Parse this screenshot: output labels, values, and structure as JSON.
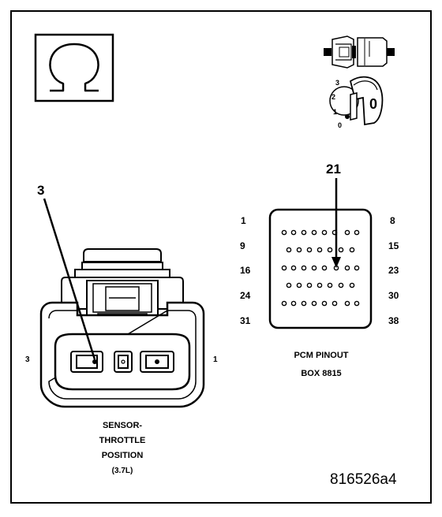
{
  "diagram": {
    "ohm_symbol": "Ω",
    "icons": [
      "connector-plug-icon",
      "ignition-key-icon"
    ],
    "key_positions": [
      "3",
      "2",
      "1",
      "0"
    ],
    "key_label": "0",
    "sensor_connector": {
      "callout": "3",
      "left_pin": "3",
      "right_pin": "1",
      "caption": [
        "SENSOR-",
        "THROTTLE",
        "POSITION",
        "(3.7L)"
      ]
    },
    "pcm_connector": {
      "callout": "21",
      "row_left": [
        "1",
        "9",
        "16",
        "24",
        "31"
      ],
      "row_right": [
        "8",
        "15",
        "23",
        "30",
        "38"
      ],
      "caption": [
        "PCM PINOUT",
        "BOX 8815"
      ]
    },
    "figure_id": "816526a4"
  }
}
